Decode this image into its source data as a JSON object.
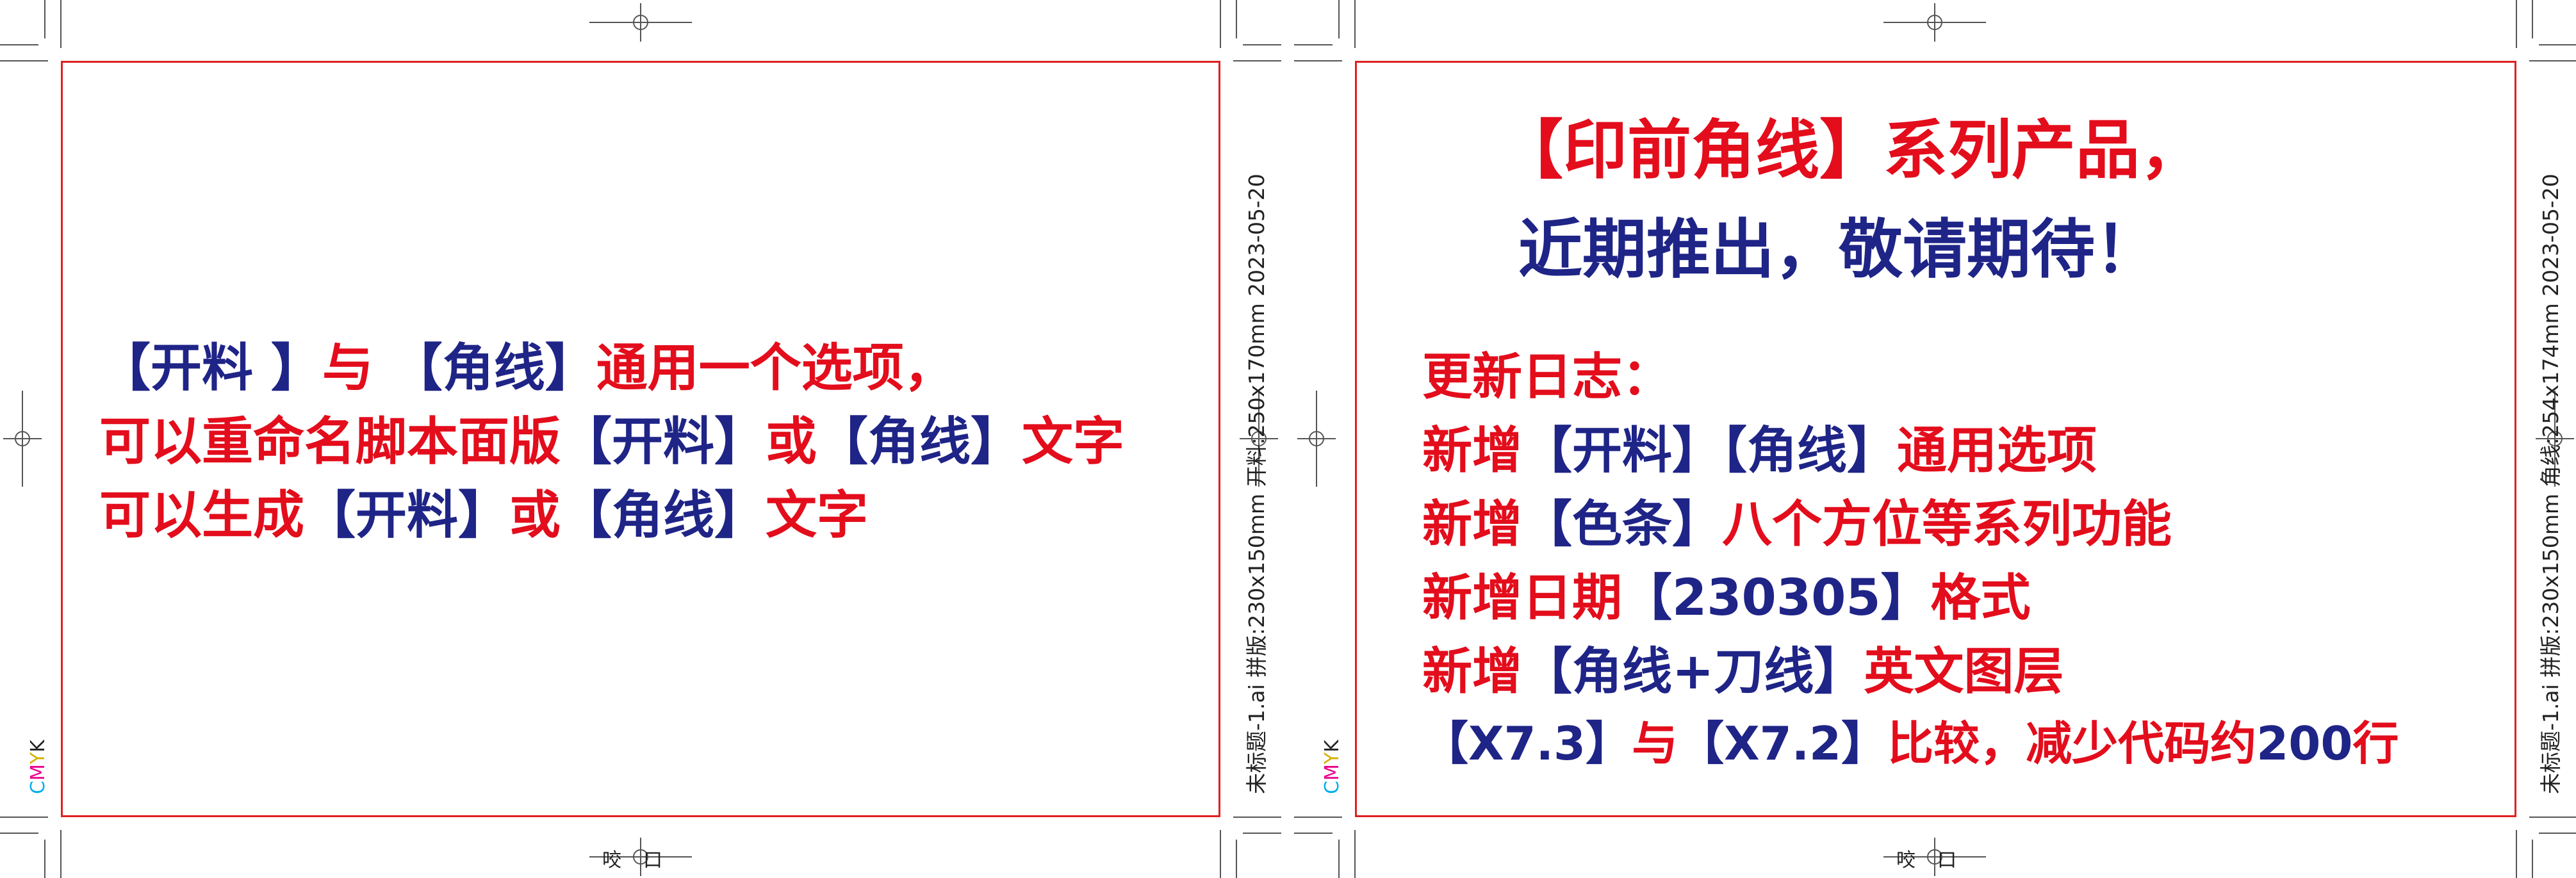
{
  "colors": {
    "red": "#e30d1c",
    "blue": "#1f2487",
    "trim": "#e02020"
  },
  "left": {
    "lines": [
      [
        {
          "t": "【开料 】",
          "c": "blue"
        },
        {
          "t": "与 ",
          "c": "red"
        },
        {
          "t": "【角线】",
          "c": "blue"
        },
        {
          "t": "通用一个选项，",
          "c": "red"
        }
      ],
      [
        {
          "t": "可以重命名脚本面版",
          "c": "red"
        },
        {
          "t": "【开料】",
          "c": "blue"
        },
        {
          "t": "或",
          "c": "red"
        },
        {
          "t": "【角线】",
          "c": "blue"
        },
        {
          "t": "文字",
          "c": "red"
        }
      ],
      [
        {
          "t": "可以生成",
          "c": "red"
        },
        {
          "t": "【开料】",
          "c": "blue"
        },
        {
          "t": "或",
          "c": "red"
        },
        {
          "t": "【角线】",
          "c": "blue"
        },
        {
          "t": "文字",
          "c": "red"
        }
      ]
    ],
    "side_info": "未标题-1.ai   拼版:230x150mm   开料:250x170mm   2023-05-20",
    "cmyk": [
      "C",
      "M",
      "Y",
      "K"
    ],
    "bite": "咬口"
  },
  "right": {
    "headline": [
      [
        {
          "t": "【印前角线】系列产品，",
          "c": "red"
        }
      ],
      [
        {
          "t": "近期推出，敬请期待！",
          "c": "blue"
        }
      ]
    ],
    "log": [
      [
        {
          "t": "更新日志：",
          "c": "red"
        }
      ],
      [
        {
          "t": "新增",
          "c": "red"
        },
        {
          "t": "【开料】【角线】",
          "c": "blue"
        },
        {
          "t": "通用选项",
          "c": "red"
        }
      ],
      [
        {
          "t": "新增",
          "c": "red"
        },
        {
          "t": "【色条】",
          "c": "blue"
        },
        {
          "t": "八个方位等系列功能",
          "c": "red"
        }
      ],
      [
        {
          "t": "新增日期",
          "c": "red"
        },
        {
          "t": "【230305】",
          "c": "blue"
        },
        {
          "t": "格式",
          "c": "red"
        }
      ],
      [
        {
          "t": "新增",
          "c": "red"
        },
        {
          "t": "【角线+刀线】",
          "c": "blue"
        },
        {
          "t": "英文图层",
          "c": "red"
        }
      ],
      [
        {
          "t": "【X7.3】",
          "c": "blue"
        },
        {
          "t": "与",
          "c": "red"
        },
        {
          "t": "【X7.2】",
          "c": "blue"
        },
        {
          "t": "比较，减少代码约",
          "c": "red"
        },
        {
          "t": "200",
          "c": "blue"
        },
        {
          "t": "行",
          "c": "red"
        }
      ]
    ],
    "side_info": "未标题-1.ai   拼版:230x150mm   角线:254x174mm   2023-05-20",
    "cmyk": [
      "C",
      "M",
      "Y",
      "K"
    ],
    "bite": "咬口"
  }
}
